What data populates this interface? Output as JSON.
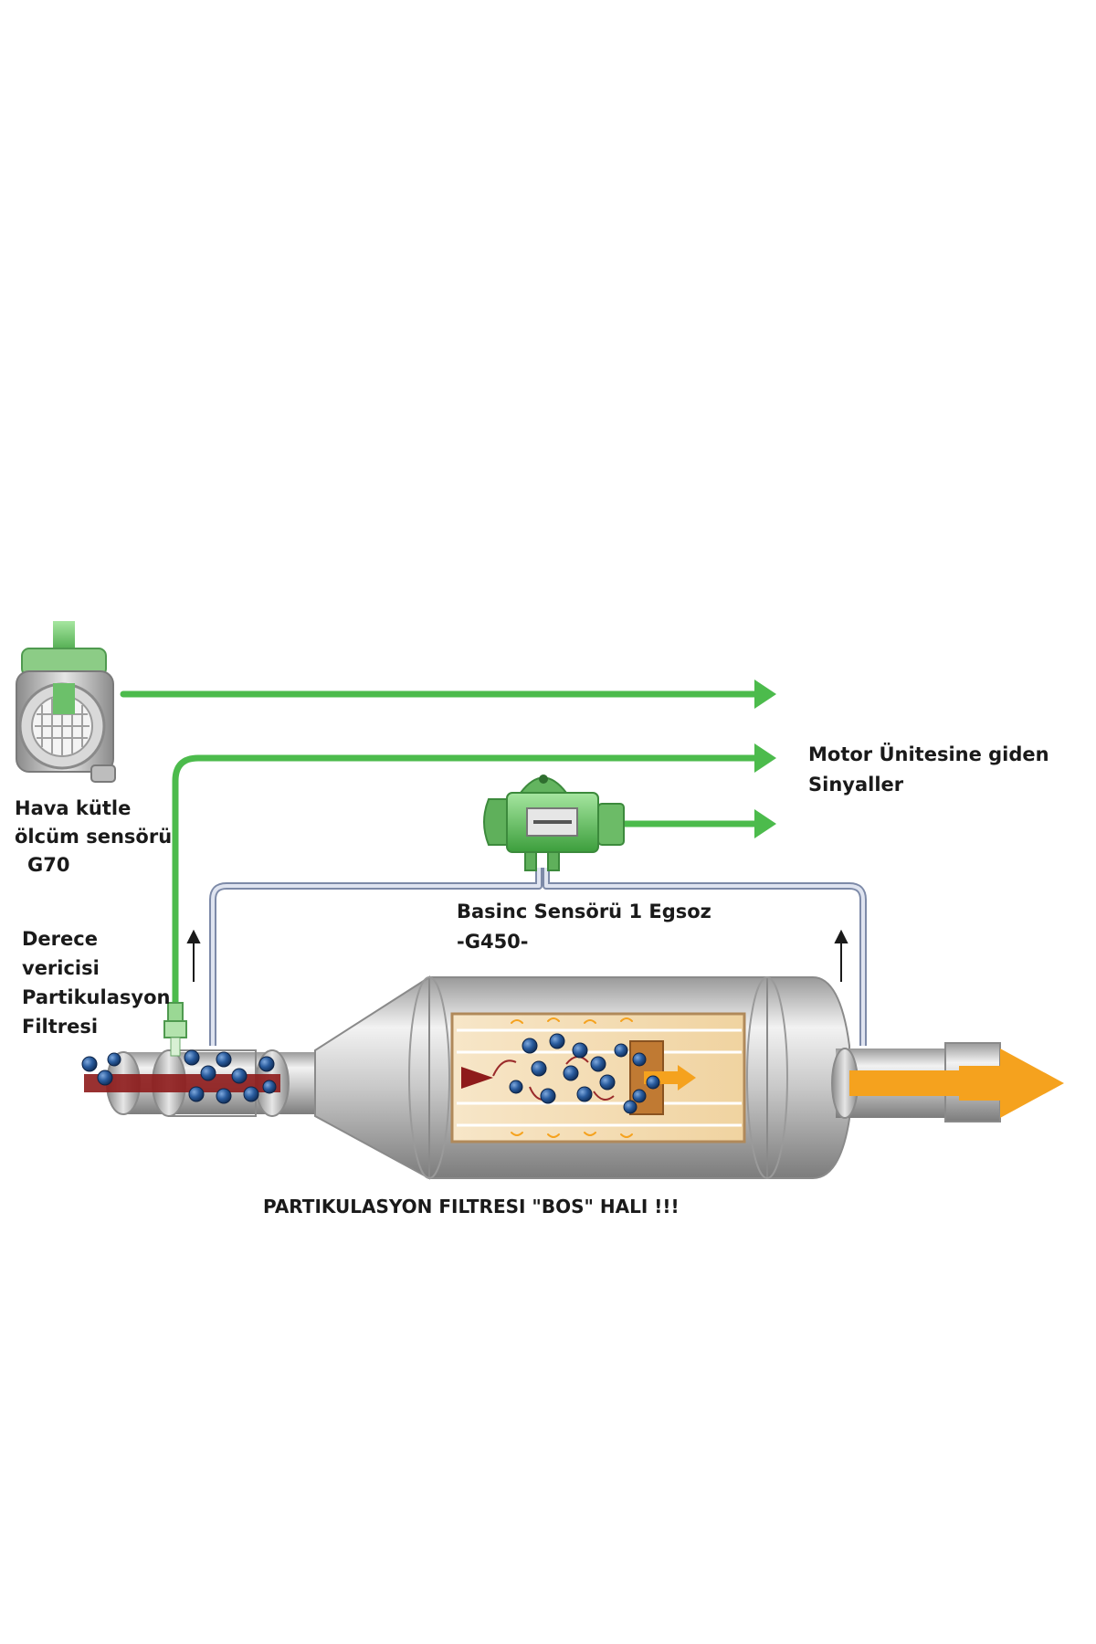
{
  "labels": {
    "maf_sensor": {
      "line1": "Hava kütle",
      "line2": "ölcüm sensörü",
      "line3": "G70"
    },
    "temp_sender": {
      "line1": "Derece",
      "line2": "vericisi",
      "line3": "Partikulasyon",
      "line4": "Filtresi"
    },
    "engine_signals": {
      "line1": "Motor Ünitesine giden",
      "line2": "Sinyaller"
    },
    "pressure_sensor": {
      "line1": "Basinc Sensörü 1 Egsoz",
      "line2": "-G450-"
    },
    "caption": "PARTIKULASYON FILTRESI \"BOS\" HALI !!!"
  },
  "colors": {
    "signal_green": "#4cbb4c",
    "exhaust_orange": "#f5a21e",
    "soot_blue": "#1f4f8c",
    "hose_blue": "#b5bfd8",
    "steel": "#c4c4c4",
    "dirty_gas_red": "#8e1b1b"
  }
}
